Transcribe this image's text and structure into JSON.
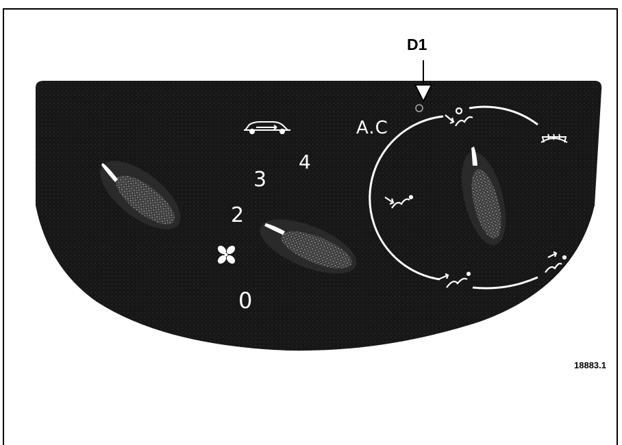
{
  "callout": {
    "label": "D1"
  },
  "figure_ref": "18883.1",
  "fan_speeds": [
    "0",
    "2",
    "3",
    "4"
  ],
  "ac_label": "A.C",
  "icons": {
    "recirculation": "car-recirculation-icon",
    "fan": "fan-icon",
    "windscreen_demist": "windscreen-demist-icon",
    "air_distribution": "air-distribution-icon"
  },
  "colors": {
    "panel": "#141414",
    "markings": "#ffffff",
    "frame": "#000000"
  }
}
